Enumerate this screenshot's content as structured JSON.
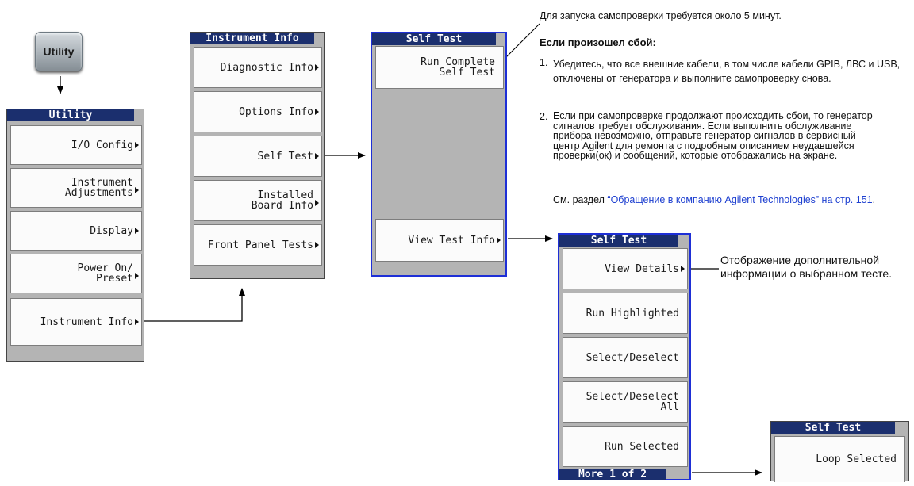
{
  "hardkey": {
    "label": "Utility"
  },
  "utility_menu": {
    "title": "Utility",
    "keys": [
      {
        "label": "I/O Config",
        "submenu": true
      },
      {
        "label": "Instrument\nAdjustments",
        "submenu": true
      },
      {
        "label": "Display",
        "submenu": true
      },
      {
        "label": "Power On/\nPreset",
        "submenu": true
      },
      {
        "label": "Instrument Info",
        "submenu": true
      }
    ]
  },
  "instrument_info_menu": {
    "title": "Instrument Info",
    "keys": [
      {
        "label": "Diagnostic Info",
        "submenu": true
      },
      {
        "label": "Options Info",
        "submenu": true
      },
      {
        "label": "Self Test",
        "submenu": true
      },
      {
        "label": "Installed\nBoard Info",
        "submenu": true
      },
      {
        "label": "Front Panel Tests",
        "submenu": true
      }
    ]
  },
  "self_test_menu": {
    "title": "Self Test",
    "keys": [
      {
        "label": "Run Complete\nSelf Test",
        "submenu": false
      },
      {
        "label": "View Test Info",
        "submenu": true
      }
    ]
  },
  "self_test_info_menu": {
    "title": "Self Test",
    "keys": [
      {
        "label": "View Details",
        "submenu": true
      },
      {
        "label": "Run Highlighted",
        "submenu": false
      },
      {
        "label": "Select/Deselect",
        "submenu": false
      },
      {
        "label": "Select/Deselect\nAll",
        "submenu": false
      },
      {
        "label": "Run Selected",
        "submenu": false
      }
    ],
    "more": "More 1 of 2"
  },
  "self_test_more_menu": {
    "title": "Self Test",
    "keys": [
      {
        "label": "Loop Selected",
        "submenu": false
      }
    ]
  },
  "notes": {
    "duration": "Для запуска самопроверки требуется около 5 минут.",
    "fail_heading": "Если произошел сбой:",
    "step1_num": "1.",
    "step1": "Убедитесь, что все внешние кабели, в том числе кабели GPIB, ЛВС и USB, отключены от генератора и выполните самопроверку снова.",
    "step2_num": "2.",
    "step2": "Если при самопроверке продолжают происходить сбои, то генератор сигналов требует обслуживания. Если выполнить обслуживание прибора невозможно, отправьте генератор сигналов в сервисный центр Agilent для ремонта с подробным описанием неудавшейся проверки(ок) и сообщений, которые отображались на экране.",
    "see_prefix": "См. раздел",
    "see_link": "“Обращение в компанию Agilent Technologies” на стр. 151",
    "see_suffix": "."
  },
  "view_details_note": "Отображение дополнительной информации о выбранном тесте.",
  "colors": {
    "title_bar": "#1b2f6e",
    "menu_bg": "#b4b4b4",
    "key_bg": "#fbfbfb",
    "selected_border": "#1e2fd6",
    "link": "#1d3fd0"
  }
}
